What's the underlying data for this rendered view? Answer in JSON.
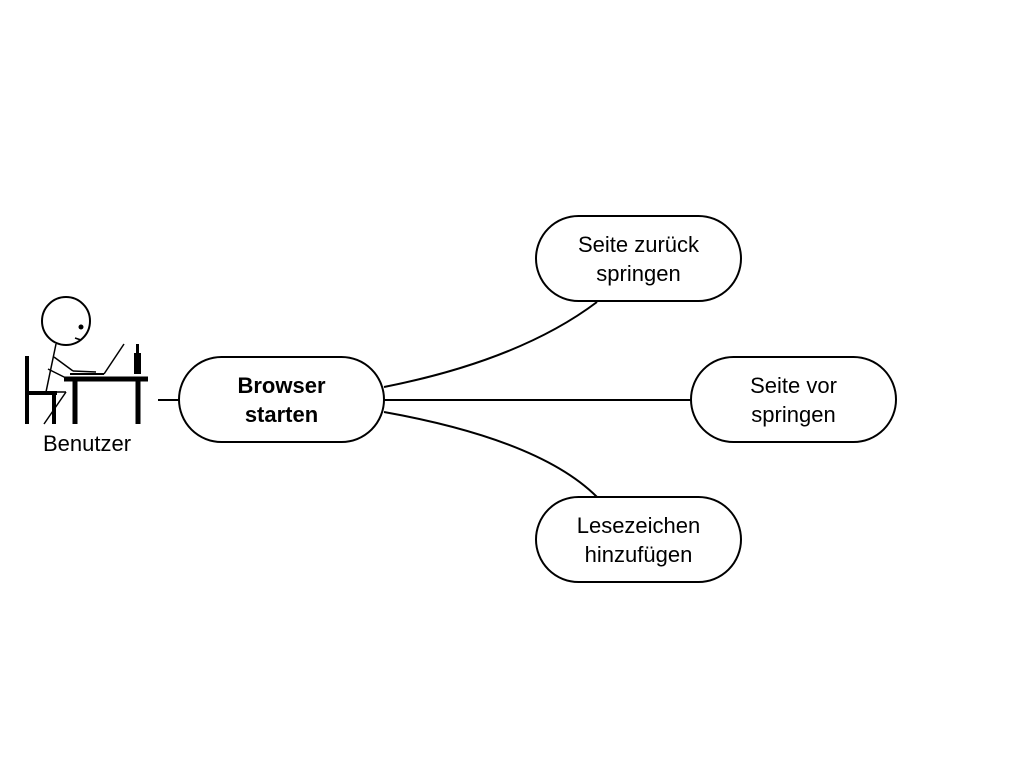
{
  "actor": {
    "label": "Benutzer",
    "icon": "person-at-laptop-icon"
  },
  "use_cases": {
    "primary": {
      "line1": "Browser",
      "line2": "starten"
    },
    "back": {
      "line1": "Seite zurück",
      "line2": "springen"
    },
    "forward": {
      "line1": "Seite vor",
      "line2": "springen"
    },
    "bookmark": {
      "line1": "Lesezeichen",
      "line2": "hinzufügen"
    }
  },
  "colors": {
    "stroke": "#000000",
    "background": "#ffffff"
  }
}
